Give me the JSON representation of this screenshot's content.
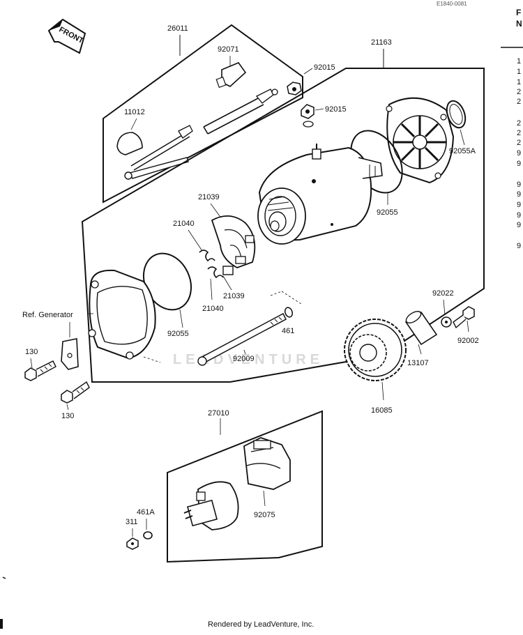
{
  "doc": {
    "top_code": "E1840-0081",
    "front_label": "FRONT",
    "footer": "Rendered by LeadVenture, Inc.",
    "watermark": "LEADVENTURE",
    "edge_header": [
      "F",
      "N"
    ],
    "edge_rows": [
      "1",
      "1",
      "1",
      "2",
      "2",
      "2",
      "2",
      "2",
      "9",
      "9",
      "9",
      "9",
      "9",
      "9",
      "9",
      "9"
    ]
  },
  "parts": {
    "p26011": "26011",
    "p92071": "92071",
    "p11012": "11012",
    "p92015a": "92015",
    "p21163": "21163",
    "p92015b": "92015",
    "p92055A": "92055A",
    "p21039a": "21039",
    "p21040a": "21040",
    "p92055b": "92055",
    "p21039b": "21039",
    "p21040b": "21040",
    "p92055c": "92055",
    "refgen": "Ref. Generator",
    "p461": "461",
    "p92009": "92009",
    "p130a": "130",
    "p130b": "130",
    "p92022": "92022",
    "p92002": "92002",
    "p13107": "13107",
    "p16085": "16085",
    "p27010": "27010",
    "p461A": "461A",
    "p311": "311",
    "p92075": "92075"
  }
}
